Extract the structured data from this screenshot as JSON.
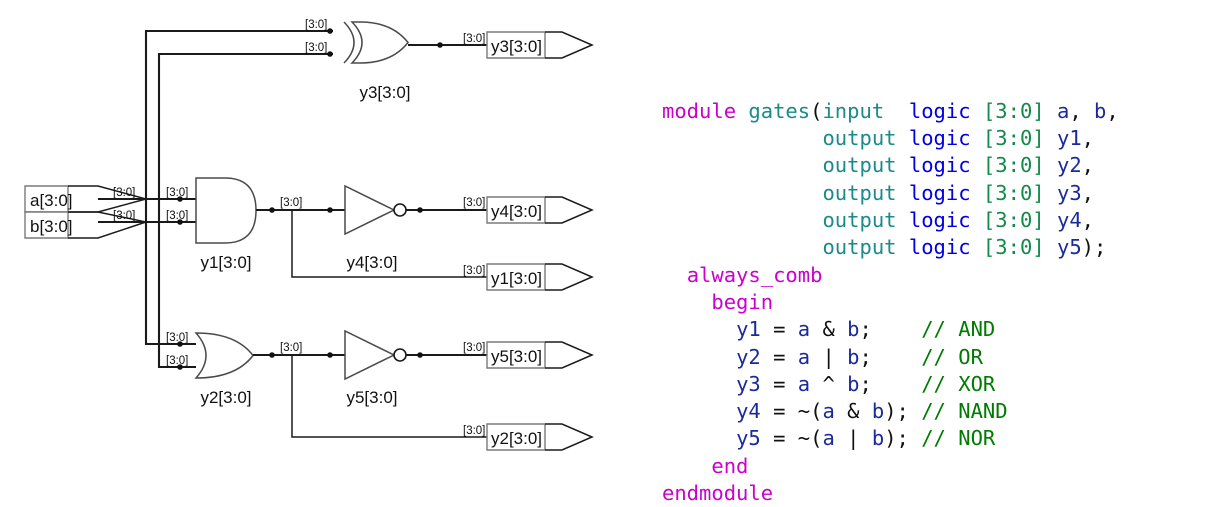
{
  "schematic": {
    "bus_label": "[3:0]",
    "input_ports": [
      {
        "name": "a[3:0]"
      },
      {
        "name": "b[3:0]"
      }
    ],
    "output_ports": [
      {
        "name": "y3[3:0]"
      },
      {
        "name": "y4[3:0]"
      },
      {
        "name": "y1[3:0]"
      },
      {
        "name": "y5[3:0]"
      },
      {
        "name": "y2[3:0]"
      }
    ],
    "gates": [
      {
        "label": "y3[3:0]",
        "kind": "xor"
      },
      {
        "label": "y1[3:0]",
        "kind": "and"
      },
      {
        "label": "y4[3:0]",
        "kind": "not"
      },
      {
        "label": "y2[3:0]",
        "kind": "or"
      },
      {
        "label": "y5[3:0]",
        "kind": "not"
      }
    ],
    "bus_labels": {
      "xor_in_a": "[3:0]",
      "xor_in_b": "[3:0]",
      "xor_out": "[3:0]",
      "in_a_left": "[3:0]",
      "in_b_left": "[3:0]",
      "and_in_a": "[3:0]",
      "and_in_b": "[3:0]",
      "and_out": "[3:0]",
      "not4_out": "[3:0]",
      "y1_out": "[3:0]",
      "or_in_a": "[3:0]",
      "or_in_b": "[3:0]",
      "or_out": "[3:0]",
      "not5_out": "[3:0]",
      "y2_out": "[3:0]"
    }
  },
  "code": {
    "language": "SystemVerilog",
    "lines": [
      {
        "n": 1,
        "tokens": [
          {
            "t": "module",
            "c": "kw"
          },
          {
            "t": " ",
            "c": "pn"
          },
          {
            "t": "gates",
            "c": "dir"
          },
          {
            "t": "(",
            "c": "pn"
          },
          {
            "t": "input",
            "c": "dir"
          },
          {
            "t": "  ",
            "c": "pn"
          },
          {
            "t": "logic",
            "c": "typ"
          },
          {
            "t": " ",
            "c": "pn"
          },
          {
            "t": "[3:0]",
            "c": "rng"
          },
          {
            "t": " ",
            "c": "pn"
          },
          {
            "t": "a",
            "c": "id"
          },
          {
            "t": ", ",
            "c": "pn"
          },
          {
            "t": "b",
            "c": "id"
          },
          {
            "t": ",",
            "c": "pn"
          }
        ]
      },
      {
        "n": 2,
        "tokens": [
          {
            "t": "             ",
            "c": "pn"
          },
          {
            "t": "output",
            "c": "dir"
          },
          {
            "t": " ",
            "c": "pn"
          },
          {
            "t": "logic",
            "c": "typ"
          },
          {
            "t": " ",
            "c": "pn"
          },
          {
            "t": "[3:0]",
            "c": "rng"
          },
          {
            "t": " ",
            "c": "pn"
          },
          {
            "t": "y1",
            "c": "id"
          },
          {
            "t": ",",
            "c": "pn"
          }
        ]
      },
      {
        "n": 3,
        "tokens": [
          {
            "t": "             ",
            "c": "pn"
          },
          {
            "t": "output",
            "c": "dir"
          },
          {
            "t": " ",
            "c": "pn"
          },
          {
            "t": "logic",
            "c": "typ"
          },
          {
            "t": " ",
            "c": "pn"
          },
          {
            "t": "[3:0]",
            "c": "rng"
          },
          {
            "t": " ",
            "c": "pn"
          },
          {
            "t": "y2",
            "c": "id"
          },
          {
            "t": ",",
            "c": "pn"
          }
        ]
      },
      {
        "n": 4,
        "tokens": [
          {
            "t": "             ",
            "c": "pn"
          },
          {
            "t": "output",
            "c": "dir"
          },
          {
            "t": " ",
            "c": "pn"
          },
          {
            "t": "logic",
            "c": "typ"
          },
          {
            "t": " ",
            "c": "pn"
          },
          {
            "t": "[3:0]",
            "c": "rng"
          },
          {
            "t": " ",
            "c": "pn"
          },
          {
            "t": "y3",
            "c": "id"
          },
          {
            "t": ",",
            "c": "pn"
          }
        ]
      },
      {
        "n": 5,
        "tokens": [
          {
            "t": "             ",
            "c": "pn"
          },
          {
            "t": "output",
            "c": "dir"
          },
          {
            "t": " ",
            "c": "pn"
          },
          {
            "t": "logic",
            "c": "typ"
          },
          {
            "t": " ",
            "c": "pn"
          },
          {
            "t": "[3:0]",
            "c": "rng"
          },
          {
            "t": " ",
            "c": "pn"
          },
          {
            "t": "y4",
            "c": "id"
          },
          {
            "t": ",",
            "c": "pn"
          }
        ]
      },
      {
        "n": 6,
        "tokens": [
          {
            "t": "             ",
            "c": "pn"
          },
          {
            "t": "output",
            "c": "dir"
          },
          {
            "t": " ",
            "c": "pn"
          },
          {
            "t": "logic",
            "c": "typ"
          },
          {
            "t": " ",
            "c": "pn"
          },
          {
            "t": "[3:0]",
            "c": "rng"
          },
          {
            "t": " ",
            "c": "pn"
          },
          {
            "t": "y5",
            "c": "id"
          },
          {
            "t": ");",
            "c": "pn"
          }
        ]
      },
      {
        "n": 7,
        "tokens": [
          {
            "t": "  ",
            "c": "pn"
          },
          {
            "t": "always_comb",
            "c": "kw"
          }
        ]
      },
      {
        "n": 8,
        "tokens": [
          {
            "t": "    ",
            "c": "pn"
          },
          {
            "t": "begin",
            "c": "kw"
          }
        ]
      },
      {
        "n": 9,
        "tokens": [
          {
            "t": "      ",
            "c": "pn"
          },
          {
            "t": "y1",
            "c": "id"
          },
          {
            "t": " = ",
            "c": "op"
          },
          {
            "t": "a",
            "c": "id"
          },
          {
            "t": " & ",
            "c": "op"
          },
          {
            "t": "b",
            "c": "id"
          },
          {
            "t": ";",
            "c": "pn"
          },
          {
            "t": "    ",
            "c": "pn"
          },
          {
            "t": "// AND",
            "c": "cm"
          }
        ]
      },
      {
        "n": 10,
        "tokens": [
          {
            "t": "      ",
            "c": "pn"
          },
          {
            "t": "y2",
            "c": "id"
          },
          {
            "t": " = ",
            "c": "op"
          },
          {
            "t": "a",
            "c": "id"
          },
          {
            "t": " | ",
            "c": "op"
          },
          {
            "t": "b",
            "c": "id"
          },
          {
            "t": ";",
            "c": "pn"
          },
          {
            "t": "    ",
            "c": "pn"
          },
          {
            "t": "// OR",
            "c": "cm"
          }
        ]
      },
      {
        "n": 11,
        "tokens": [
          {
            "t": "      ",
            "c": "pn"
          },
          {
            "t": "y3",
            "c": "id"
          },
          {
            "t": " = ",
            "c": "op"
          },
          {
            "t": "a",
            "c": "id"
          },
          {
            "t": " ^ ",
            "c": "op"
          },
          {
            "t": "b",
            "c": "id"
          },
          {
            "t": ";",
            "c": "pn"
          },
          {
            "t": "    ",
            "c": "pn"
          },
          {
            "t": "// XOR",
            "c": "cm"
          }
        ]
      },
      {
        "n": 12,
        "tokens": [
          {
            "t": "      ",
            "c": "pn"
          },
          {
            "t": "y4",
            "c": "id"
          },
          {
            "t": " = ",
            "c": "op"
          },
          {
            "t": "~(",
            "c": "op"
          },
          {
            "t": "a",
            "c": "id"
          },
          {
            "t": " & ",
            "c": "op"
          },
          {
            "t": "b",
            "c": "id"
          },
          {
            "t": ");",
            "c": "pn"
          },
          {
            "t": " ",
            "c": "pn"
          },
          {
            "t": "// NAND",
            "c": "cm"
          }
        ]
      },
      {
        "n": 13,
        "tokens": [
          {
            "t": "      ",
            "c": "pn"
          },
          {
            "t": "y5",
            "c": "id"
          },
          {
            "t": " = ",
            "c": "op"
          },
          {
            "t": "~(",
            "c": "op"
          },
          {
            "t": "a",
            "c": "id"
          },
          {
            "t": " | ",
            "c": "op"
          },
          {
            "t": "b",
            "c": "id"
          },
          {
            "t": ");",
            "c": "pn"
          },
          {
            "t": " ",
            "c": "pn"
          },
          {
            "t": "// NOR",
            "c": "cm"
          }
        ]
      },
      {
        "n": 14,
        "tokens": [
          {
            "t": "    ",
            "c": "pn"
          },
          {
            "t": "end",
            "c": "kw"
          }
        ]
      },
      {
        "n": 15,
        "tokens": [
          {
            "t": "endmodule",
            "c": "kw"
          }
        ]
      }
    ],
    "plain_text": "module gates(input  logic [3:0] a, b,\n             output logic [3:0] y1,\n             output logic [3:0] y2,\n             output logic [3:0] y3,\n             output logic [3:0] y4,\n             output logic [3:0] y5);\n  always_comb\n    begin\n      y1 = a & b;    // AND\n      y2 = a | b;    // OR\n      y3 = a ^ b;    // XOR\n      y4 = ~(a & b); // NAND\n      y5 = ~(a | b); // NOR\n    end\nendmodule"
  },
  "colors": {
    "keyword": "#cc00cc",
    "directive": "#1a8a8a",
    "type": "#0000e0",
    "range": "#138a4a",
    "identifier": "#1a2a9a",
    "comment": "#007a00",
    "wire": "#1a1a1a",
    "gate_outline": "#4a4a4a",
    "background": "#ffffff"
  }
}
